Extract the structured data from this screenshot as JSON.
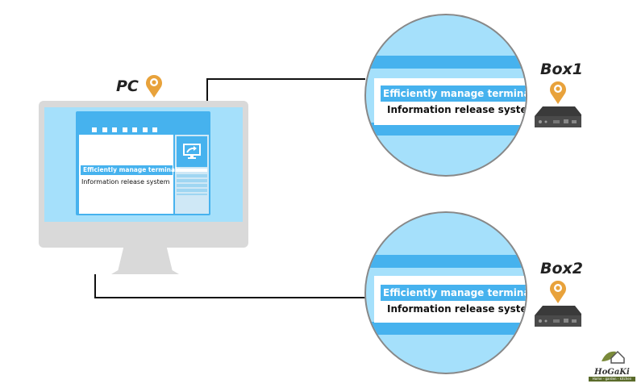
{
  "pc": {
    "label": "PC",
    "headline": "Efficiently manage terminals",
    "subtitle": "Information release system"
  },
  "box1": {
    "label": "Box1",
    "headline": "Efficiently manage terminals",
    "subtitle": "Information release system"
  },
  "box2": {
    "label": "Box2",
    "headline": "Efficiently manage terminals",
    "subtitle": "Information release system"
  },
  "logo": {
    "name": "HoGaKi",
    "tagline": "Home - garden - kitchen"
  },
  "colors": {
    "accent": "#46b2ee",
    "screen": "#a5e0fb",
    "pin": "#e8a23b",
    "bezel": "#d9d9d9"
  }
}
